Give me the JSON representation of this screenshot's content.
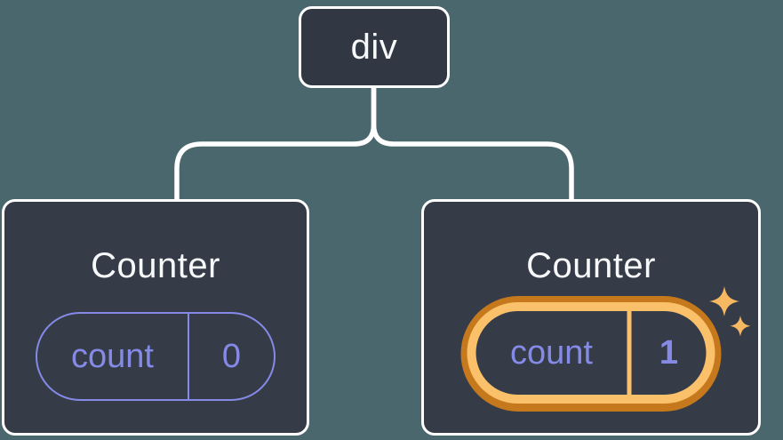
{
  "diagram": {
    "description": "React component tree: a div root with two Counter children; second Counter state is highlighted as updated",
    "root": {
      "label": "div"
    },
    "children": [
      {
        "title": "Counter",
        "state": {
          "name": "count",
          "value": "0"
        },
        "highlighted": false
      },
      {
        "title": "Counter",
        "state": {
          "name": "count",
          "value": "1"
        },
        "highlighted": true,
        "decoration": "sparkles-icon"
      }
    ]
  },
  "colors": {
    "background": "#4a676e",
    "node_fill": "#313844",
    "card_fill": "#353c48",
    "node_border": "#ffffff",
    "text_primary": "#f7f8fa",
    "accent_lavender": "#858ae6",
    "highlight_orange_dark": "#c5791c",
    "highlight_orange_light": "#fbc06a",
    "sparkle": "#f7b862"
  }
}
